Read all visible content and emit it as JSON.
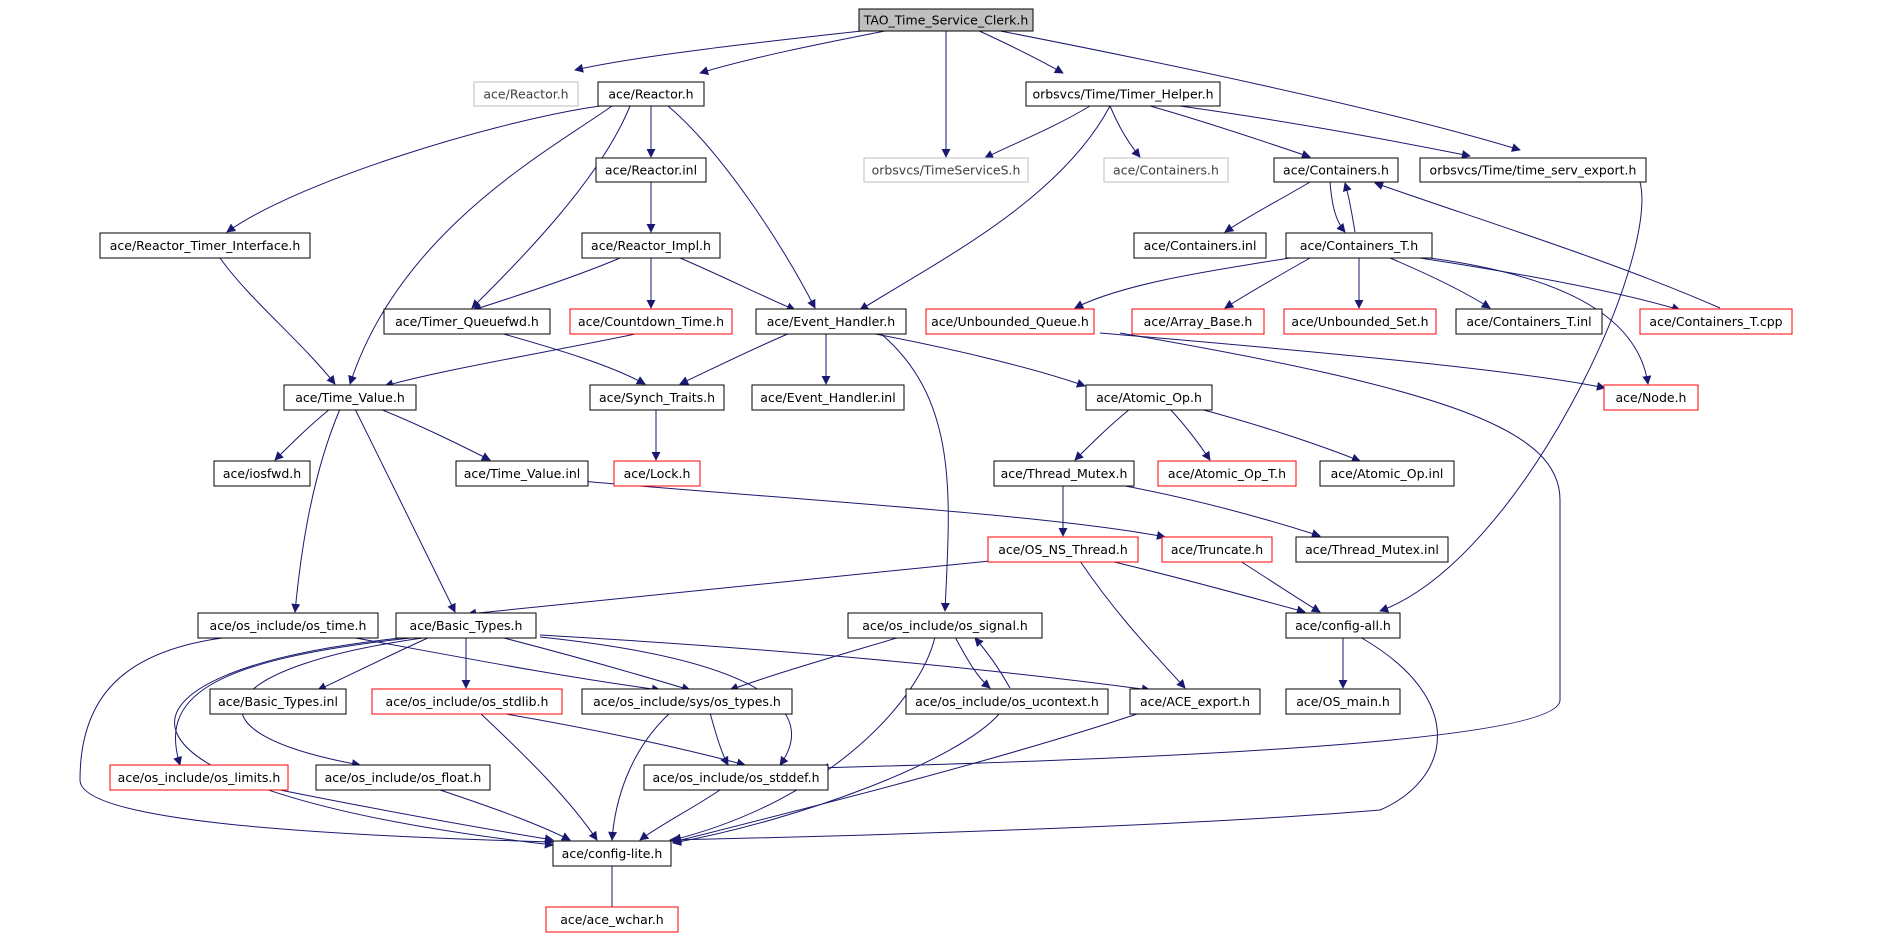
{
  "nodes": {
    "root": "TAO_Time_Service_Clerk.h",
    "reactor_gray": "ace/Reactor.h",
    "reactor": "ace/Reactor.h",
    "timer_helper": "orbsvcs/Time/Timer_Helper.h",
    "timeservices": "orbsvcs/TimeServiceS.h",
    "containers_gray": "ace/Containers.h",
    "containers": "ace/Containers.h",
    "time_serv_export": "orbsvcs/Time/time_serv_export.h",
    "reactor_inl": "ace/Reactor.inl",
    "reactor_timer_interface": "ace/Reactor_Timer_Interface.h",
    "reactor_impl": "ace/Reactor_Impl.h",
    "containers_inl": "ace/Containers.inl",
    "containers_t": "ace/Containers_T.h",
    "timer_queuefwd": "ace/Timer_Queuefwd.h",
    "countdown_time": "ace/Countdown_Time.h",
    "event_handler": "ace/Event_Handler.h",
    "unbounded_queue": "ace/Unbounded_Queue.h",
    "array_base": "ace/Array_Base.h",
    "unbounded_set": "ace/Unbounded_Set.h",
    "containers_t_inl": "ace/Containers_T.inl",
    "containers_t_cpp": "ace/Containers_T.cpp",
    "time_value": "ace/Time_Value.h",
    "synch_traits": "ace/Synch_Traits.h",
    "event_handler_inl": "ace/Event_Handler.inl",
    "atomic_op": "ace/Atomic_Op.h",
    "node": "ace/Node.h",
    "iosfwd": "ace/iosfwd.h",
    "time_value_inl": "ace/Time_Value.inl",
    "lock": "ace/Lock.h",
    "thread_mutex": "ace/Thread_Mutex.h",
    "atomic_op_t": "ace/Atomic_Op_T.h",
    "atomic_op_inl": "ace/Atomic_Op.inl",
    "os_ns_thread": "ace/OS_NS_Thread.h",
    "truncate": "ace/Truncate.h",
    "thread_mutex_inl": "ace/Thread_Mutex.inl",
    "os_time": "ace/os_include/os_time.h",
    "basic_types": "ace/Basic_Types.h",
    "os_signal": "ace/os_include/os_signal.h",
    "config_all": "ace/config-all.h",
    "basic_types_inl": "ace/Basic_Types.inl",
    "os_stdlib": "ace/os_include/os_stdlib.h",
    "sys_os_types": "ace/os_include/sys/os_types.h",
    "os_ucontext": "ace/os_include/os_ucontext.h",
    "ace_export": "ace/ACE_export.h",
    "os_main": "ace/OS_main.h",
    "os_limits": "ace/os_include/os_limits.h",
    "os_float": "ace/os_include/os_float.h",
    "os_stddef": "ace/os_include/os_stddef.h",
    "config_lite": "ace/config-lite.h",
    "ace_wchar": "ace/ace_wchar.h"
  },
  "colors": {
    "edge": "#191970",
    "border_normal": "#000000",
    "border_truncated": "#ff0000",
    "border_external": "#bfbfbf",
    "root_fill": "#bfbfbf"
  }
}
